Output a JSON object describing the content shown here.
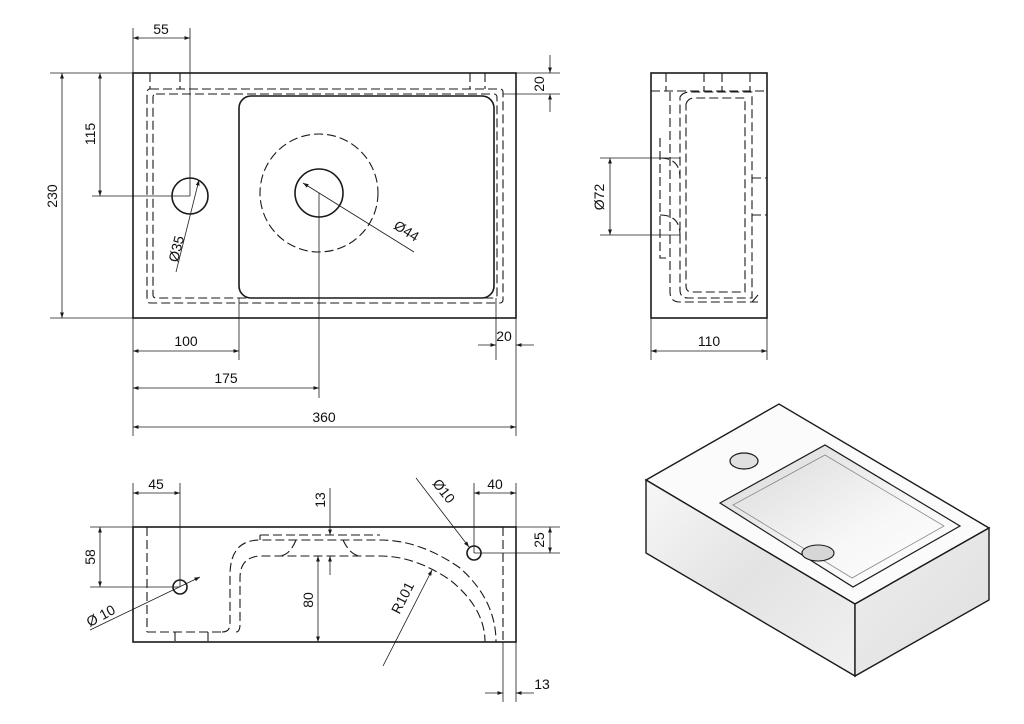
{
  "title": "",
  "colors": {
    "line": "#1a1a1a",
    "background": "#ffffff",
    "body_shade": "#e9e9e9"
  },
  "top_view": {
    "dim_overall_width": "360",
    "dim_overall_height": "230",
    "dim_tap_hole_offset_x": "55",
    "dim_tap_hole_offset_y": "115",
    "dim_rim_top": "20",
    "dim_rim_right": "20",
    "dim_basin_start": "100",
    "dim_drain_offset": "175",
    "label_tap_hole_diameter": "Ø35",
    "label_drain_diameter": "Ø44"
  },
  "side_view": {
    "dim_depth": "110",
    "label_overflow_diameter": "Ø72"
  },
  "front_view": {
    "dim_left_hole_offset": "45",
    "dim_left_hole_height": "58",
    "label_left_hole_diameter": "Ø 10",
    "dim_bottom_thickness": "13",
    "dim_basin_depth": "80",
    "label_radius": "R101",
    "label_right_hole_diameter": "Ø10",
    "dim_right_hole_offset": "40",
    "dim_right_hole_height": "25",
    "dim_right_wall": "13"
  },
  "iso_view": {
    "icon": "basin-isometric-illustration"
  }
}
